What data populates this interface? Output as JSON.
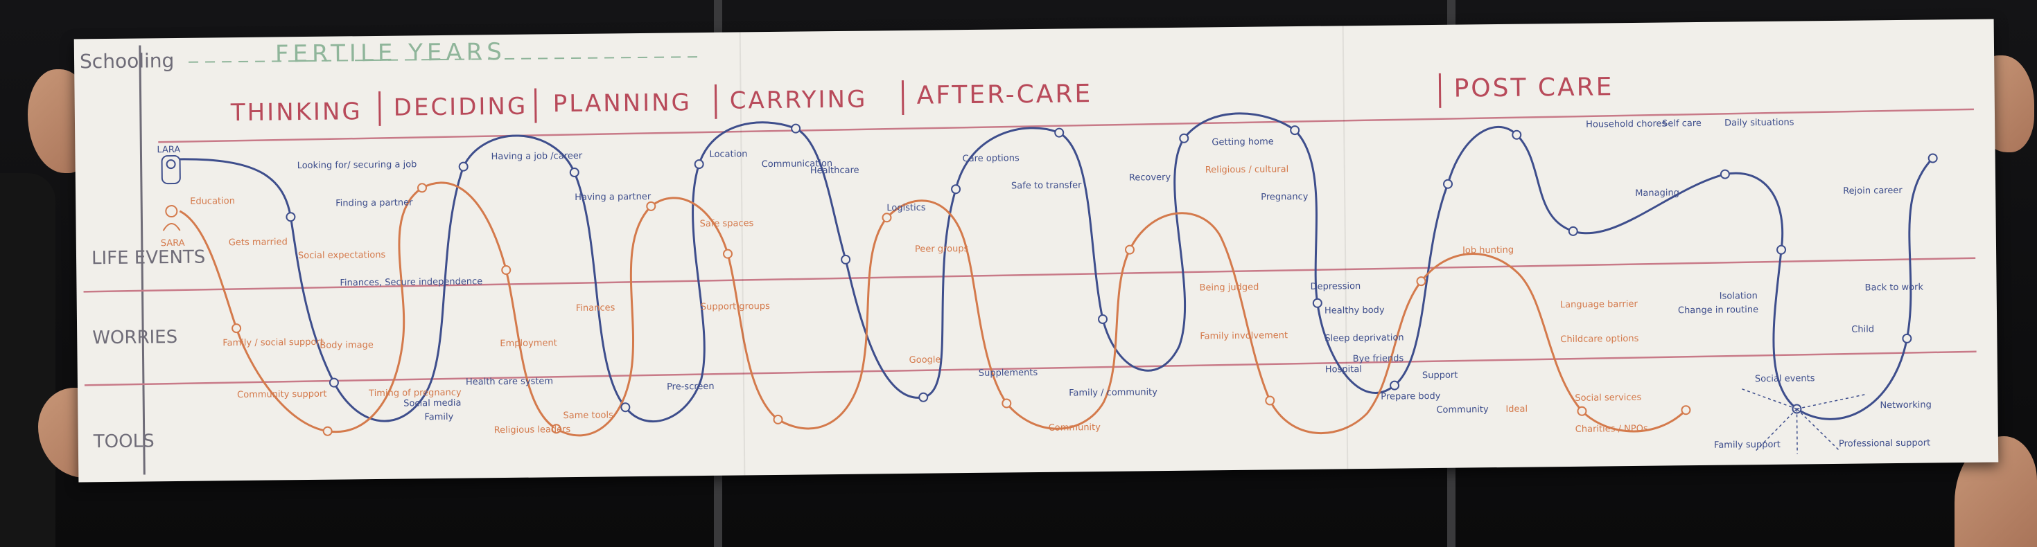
{
  "poster": {
    "row_labels": {
      "schooling": "Schooling",
      "life_events": "LIFE EVENTS",
      "worries": "WORRIES",
      "tools": "TOOLS"
    },
    "band_title": "FERTILE YEARS",
    "phases": [
      "THINKING",
      "DECIDING",
      "PLANNING",
      "CARRYING",
      "AFTER-CARE",
      "POST CARE"
    ],
    "personas": [
      "LARA",
      "SARA"
    ],
    "blue_notes": [
      "Looking for/ securing a job",
      "Finding a partner",
      "Having a job /career",
      "Having a partner",
      "Finances, Secure independence",
      "Health care system",
      "Social media",
      "Family",
      "Pre-screen",
      "Location",
      "Communication",
      "Healthcare",
      "Logistics",
      "Care options",
      "Safe to transfer",
      "Getting home",
      "Recovery",
      "Pregnancy",
      "Depression",
      "Healthy body",
      "Sleep deprivation",
      "Bye friends",
      "Support",
      "Prepare body",
      "Hospital",
      "Community",
      "Isolation",
      "Change in routine",
      "Household chores",
      "Self care",
      "Managing",
      "Daily situations",
      "Rejoin career",
      "Back to work",
      "Social events",
      "Networking",
      "Family support",
      "Professional support",
      "Child",
      "Family / community",
      "Supplements"
    ],
    "orange_notes": [
      "Education",
      "Gets married",
      "Social expectations",
      "Family / social support",
      "Community support",
      "Religious leaders",
      "Same tools",
      "Body image",
      "Timing of pregnancy",
      "Finances",
      "Employment",
      "Safe spaces",
      "Support groups",
      "Peer groups",
      "Community",
      "Religious / cultural",
      "Being judged",
      "Family involvement",
      "Google",
      "Job hunting",
      "Language barrier",
      "Childcare options",
      "Social services",
      "Charities / NPOs",
      "Ideal"
    ]
  }
}
